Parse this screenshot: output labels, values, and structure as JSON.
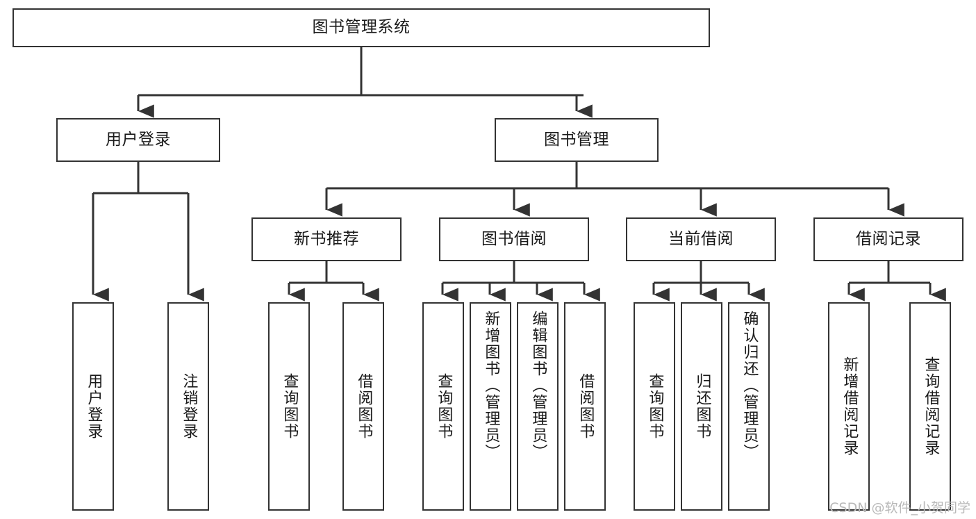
{
  "diagram": {
    "type": "tree-hierarchy",
    "title": "图书管理系统",
    "watermark": "CSDN @软件_小贺同学",
    "colors": {
      "box_border": "#333333",
      "box_fill": "#ffffff",
      "edge": "#333333",
      "text": "#1a1a1a",
      "watermark": "#b9b9b9",
      "background": "#ffffff"
    },
    "nodes": {
      "root": {
        "label": "图书管理系统"
      },
      "level2": [
        {
          "label": "用户登录"
        },
        {
          "label": "图书管理"
        }
      ],
      "level3": [
        {
          "label": "新书推荐"
        },
        {
          "label": "图书借阅"
        },
        {
          "label": "当前借阅"
        },
        {
          "label": "借阅记录"
        }
      ],
      "leaves": {
        "user_login": [
          {
            "label": "用户登录"
          },
          {
            "label": "注销登录"
          }
        ],
        "new_book_recommend": [
          {
            "label": "查询图书"
          },
          {
            "label": "借阅图书"
          }
        ],
        "book_borrow": [
          {
            "label": "查询图书"
          },
          {
            "label": "新增图书（管理员）"
          },
          {
            "label": "编辑图书（管理员）"
          },
          {
            "label": "借阅图书"
          }
        ],
        "current_borrow": [
          {
            "label": "查询图书"
          },
          {
            "label": "归还图书"
          },
          {
            "label": "确认归还（管理员）"
          }
        ],
        "borrow_record": [
          {
            "label": "新增借阅记录"
          },
          {
            "label": "查询借阅记录"
          }
        ]
      }
    }
  }
}
